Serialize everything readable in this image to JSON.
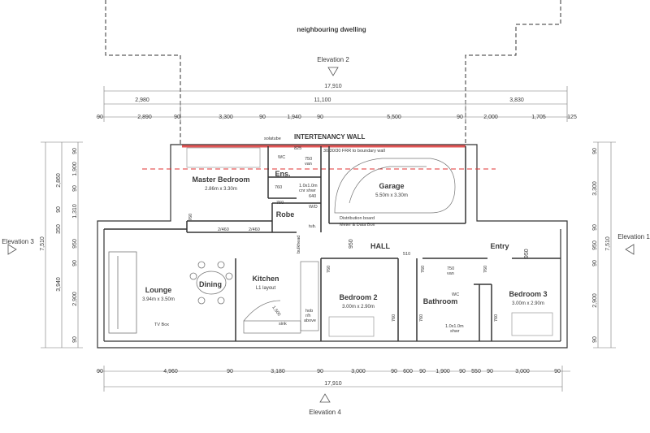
{
  "header": {
    "neighbour": "neighbouring dwelling",
    "elevation_top": "Elevation 2",
    "elevation_bottom": "Elevation 4",
    "elevation_left": "Elevation 3",
    "elevation_right": "Elevation 1"
  },
  "dims": {
    "top_overall": "17,910",
    "top_seg_a": "2,980",
    "top_seg_b": "11,100",
    "top_seg_c": "3,830",
    "top_row": [
      "90",
      "2,890",
      "90",
      "3,300",
      "90",
      "1,940",
      "90",
      "5,500",
      "90",
      "2,000",
      "1,705",
      "125"
    ],
    "bottom_overall": "17,910",
    "bottom_row": [
      "90",
      "4,960",
      "90",
      "3,180",
      "90",
      "3,000",
      "90",
      "600",
      "90",
      "1,900",
      "90",
      "550",
      "90",
      "3,000",
      "90"
    ],
    "left_outer": "7,510",
    "left_inner": [
      "90",
      "1,900",
      "90",
      "1,310",
      "350",
      "950",
      "90",
      "2,900",
      "90"
    ],
    "left_mid": [
      "2,860",
      "90",
      "3,940"
    ],
    "right_outer": "7,510",
    "right_inner": [
      "90",
      "3,300",
      "90",
      "950",
      "90",
      "2,900",
      "90"
    ]
  },
  "rooms": {
    "master": {
      "name": "Master Bedroom",
      "size": "2.86m x 3.30m"
    },
    "ensuite": {
      "name": "Ens."
    },
    "garage": {
      "name": "Garage",
      "size": "5.50m x 3.30m"
    },
    "robe": {
      "name": "Robe"
    },
    "hall": {
      "name": "HALL"
    },
    "entry": {
      "name": "Entry"
    },
    "lounge": {
      "name": "Lounge",
      "size": "3.94m x 3.50m"
    },
    "dining": {
      "name": "Dining"
    },
    "kitchen": {
      "name": "Kitchen",
      "sub": "L1 layout"
    },
    "bed2": {
      "name": "Bedroom 2",
      "size": "3.00m x 2.90m"
    },
    "bathroom": {
      "name": "Bathroom"
    },
    "bed3": {
      "name": "Bedroom 3",
      "size": "3.00m x 2.90m"
    }
  },
  "annotations": {
    "wall": "INTERTENANCY WALL",
    "solatube": "solatube",
    "frr": "30/30/30 FRR to boundary wall",
    "n825": "825",
    "wc": "WC",
    "wc2": "WC",
    "van750": "750",
    "van": "van",
    "van750b": "750",
    "vanb": "van",
    "n760a": "760",
    "shwr1": "1.0x1.0m",
    "shwr1b": "cnr shwr",
    "n640": "640",
    "n760b": "760",
    "wd": "W/D",
    "tub": "tub.",
    "dist1": "Distribution board",
    "dist2": "Meter & Data Box",
    "n760c": "760",
    "d2460a": "2/460",
    "d2460b": "2/460",
    "bulkhead": "bulkhead",
    "n950a": "950",
    "n510": "510",
    "n760d": "760",
    "n760e": "760",
    "n760f": "760",
    "n760g": "760",
    "n760h": "760",
    "n760i": "760",
    "n950b": "950",
    "tv": "TV Box",
    "n1500": "1,500",
    "hob1": "hob",
    "hob2": "r/h",
    "hob3": "above",
    "sink": "sink",
    "shwr2": "1.0x1.0m",
    "shwr2b": "shwr"
  }
}
